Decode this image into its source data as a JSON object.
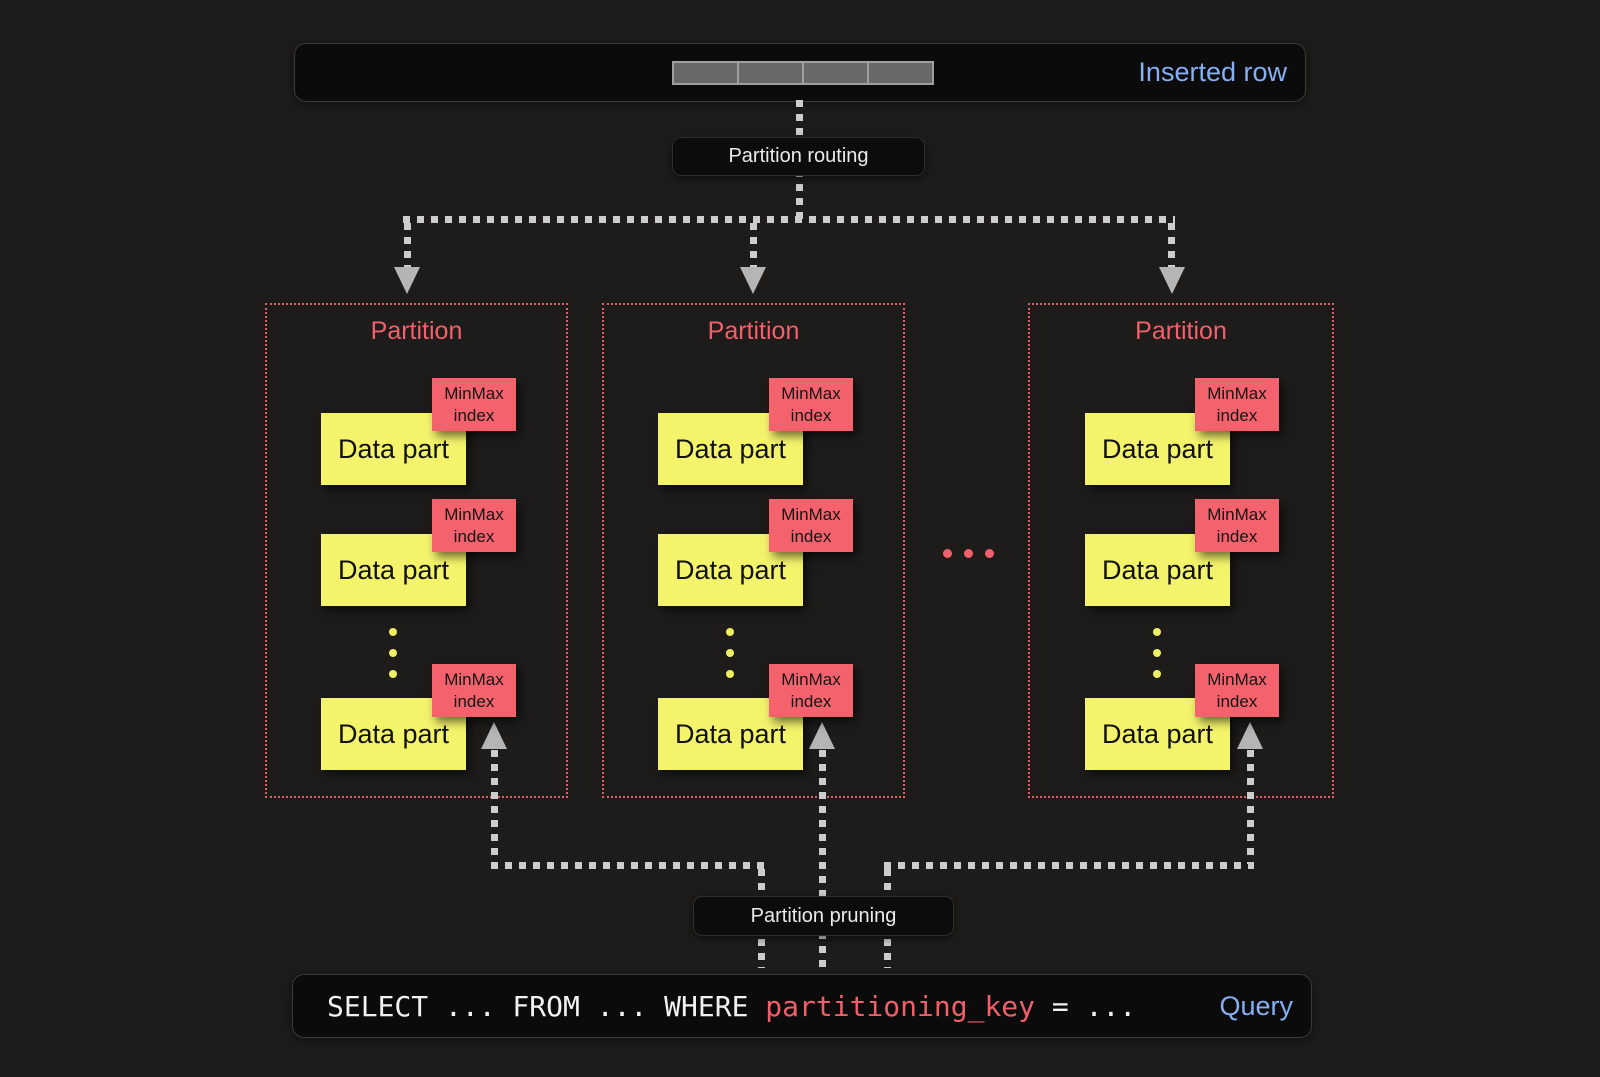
{
  "inserted_row_bar": {
    "label": "Inserted row",
    "cell_count": 4
  },
  "flow_labels": {
    "routing": "Partition routing",
    "pruning": "Partition pruning"
  },
  "partitions": [
    {
      "title": "Partition",
      "parts": [
        {
          "name": "Data part",
          "index": "MinMax index"
        },
        {
          "name": "Data part",
          "index": "MinMax index"
        },
        {
          "name": "Data part",
          "index": "MinMax index"
        }
      ]
    },
    {
      "title": "Partition",
      "parts": [
        {
          "name": "Data part",
          "index": "MinMax index"
        },
        {
          "name": "Data part",
          "index": "MinMax index"
        },
        {
          "name": "Data part",
          "index": "MinMax index"
        }
      ]
    },
    {
      "title": "Partition",
      "parts": [
        {
          "name": "Data part",
          "index": "MinMax index"
        },
        {
          "name": "Data part",
          "index": "MinMax index"
        },
        {
          "name": "Data part",
          "index": "MinMax index"
        }
      ]
    }
  ],
  "query_bar": {
    "sql_prefix": "SELECT ... FROM ... WHERE ",
    "sql_key": "partitioning_key",
    "sql_suffix": " = ...",
    "label": "Query"
  },
  "colors": {
    "accent_pink": "#f2616b",
    "data_yellow": "#f3f46c",
    "label_blue": "#85aff3",
    "arrow_gray": "#b5b5b5",
    "dotted_gray": "#cdcdcd",
    "panel_black": "#0b0b0b",
    "background": "#1d1c1a"
  }
}
